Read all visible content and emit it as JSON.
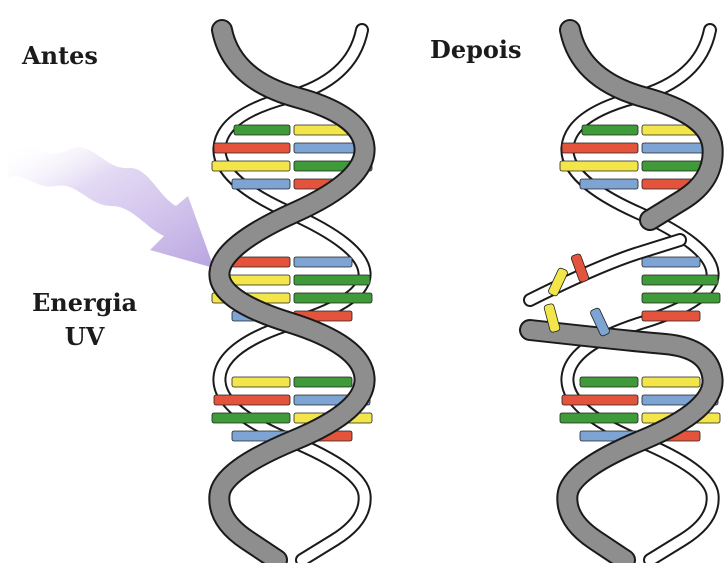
{
  "labels": {
    "before": "Antes",
    "after": "Depois",
    "energy_line1": "Energia",
    "energy_line2": "UV"
  },
  "colors": {
    "green": "#3f9a3a",
    "yellow": "#f2e64a",
    "red": "#e4533c",
    "blue": "#7ea4d3",
    "backbone": "#8e8e8e",
    "backbone_outline": "#1a1a1a",
    "arrow": "#c7b5e6"
  },
  "helix_before": {
    "pairs": [
      [
        "green",
        "yellow"
      ],
      [
        "red",
        "blue"
      ],
      [
        "yellow",
        "green"
      ],
      [
        "blue",
        "red"
      ],
      [
        "red",
        "blue"
      ],
      [
        "yellow",
        "green"
      ],
      [
        "yellow",
        "green"
      ],
      [
        "blue",
        "red"
      ],
      [
        "yellow",
        "green"
      ],
      [
        "red",
        "blue"
      ],
      [
        "green",
        "yellow"
      ],
      [
        "blue",
        "red"
      ]
    ]
  },
  "helix_after": {
    "pairs": [
      [
        "green",
        "yellow"
      ],
      [
        "red",
        "blue"
      ],
      [
        "yellow",
        "green"
      ],
      [
        "blue",
        "red"
      ],
      [
        "",
        "blue"
      ],
      [
        "",
        "green"
      ],
      [
        "",
        "green"
      ],
      [
        "",
        "red"
      ],
      [
        "green",
        "yellow"
      ],
      [
        "red",
        "blue"
      ],
      [
        "green",
        "yellow"
      ],
      [
        "blue",
        "red"
      ]
    ],
    "loose_bases": [
      "red",
      "yellow",
      "yellow",
      "blue"
    ]
  }
}
